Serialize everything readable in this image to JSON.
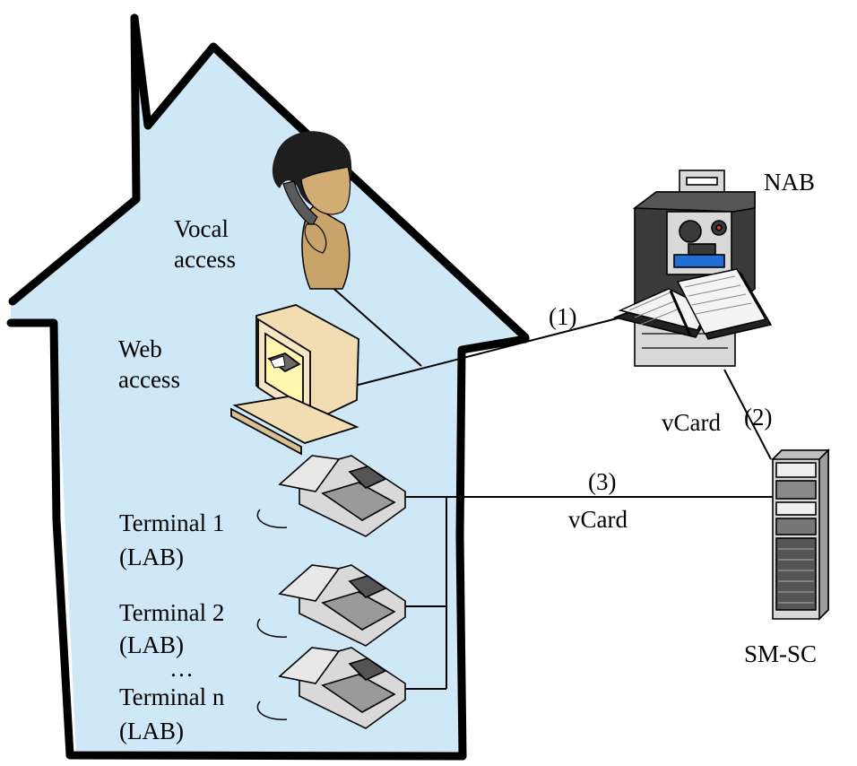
{
  "house": {
    "vocal_label_1": "Vocal",
    "vocal_label_2": "access",
    "web_label_1": "Web",
    "web_label_2": "access",
    "terminal1_label_1": "Terminal 1",
    "terminal1_label_2": "(LAB)",
    "terminal2_label_1": "Terminal 2",
    "terminal2_label_2": "(LAB)",
    "ellipsis": "…",
    "terminaln_label_1": "Terminal n",
    "terminaln_label_2": "(LAB)"
  },
  "nab_label": "NAB",
  "smsc_label": "SM-SC",
  "links": {
    "link1_label": "(1)",
    "link2_label": "(2)",
    "link2_vcard": "vCard",
    "link3_label": "(3)",
    "link3_vcard": "vCard"
  },
  "colors": {
    "house_fill": "#cfe8f7",
    "outline": "#000000",
    "monitor_beige": "#f2dcb1",
    "screen_yellow": "#fff7b0",
    "phone_gray": "#d9d9d9",
    "server_dark": "#3a3a3a",
    "nab_blue": "#1f6fd6"
  },
  "icons": [
    "person-on-phone-icon",
    "computer-icon",
    "desk-phone-icon",
    "nab-server-icon",
    "address-book-icon",
    "smsc-server-rack-icon"
  ]
}
